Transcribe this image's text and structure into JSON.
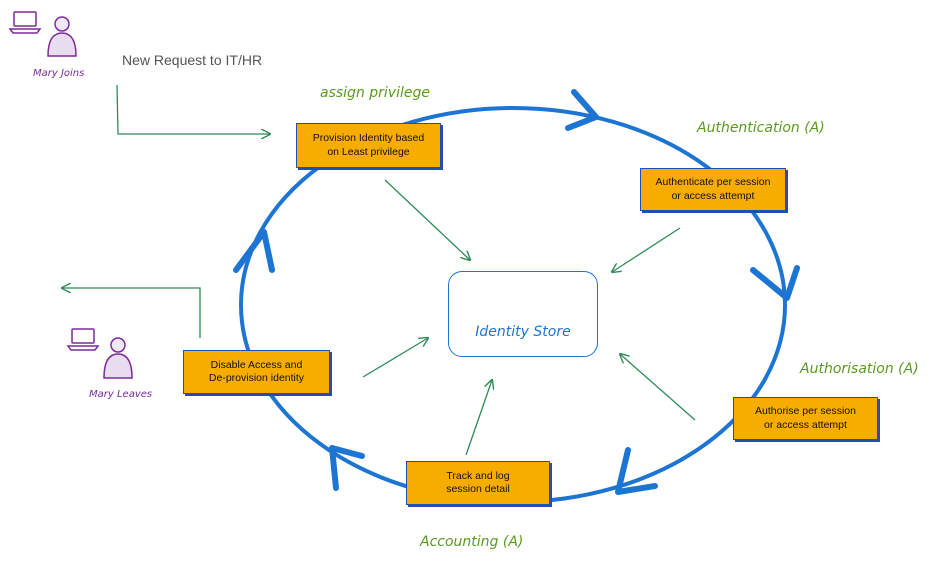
{
  "request_label": "New Request to IT/HR",
  "people": {
    "joins": "Mary Joins",
    "leaves": "Mary Leaves"
  },
  "phases": {
    "assign": "assign privilege",
    "authentication": "Authentication (A)",
    "authorisation": "Authorisation (A)",
    "accounting": "Accounting (A)"
  },
  "boxes": {
    "provision": "Provision Identity based\non Least privilege",
    "authenticate": "Authenticate per session\nor access attempt",
    "authorise": "Authorise per session\nor access attempt",
    "track": "Track and log\nsession detail",
    "disable": "Disable Access and\nDe-provision identity"
  },
  "store": {
    "label": "Identity Store"
  },
  "colors": {
    "cycle": "#1d75d3",
    "arrow": "#2e8b57",
    "box_fill": "#f7ad00",
    "person": "#7b2b9a",
    "phase_text": "#5a9a1f"
  },
  "icons": [
    "laptop-icon",
    "person-icon",
    "server-icon",
    "windows-logo-icon"
  ]
}
